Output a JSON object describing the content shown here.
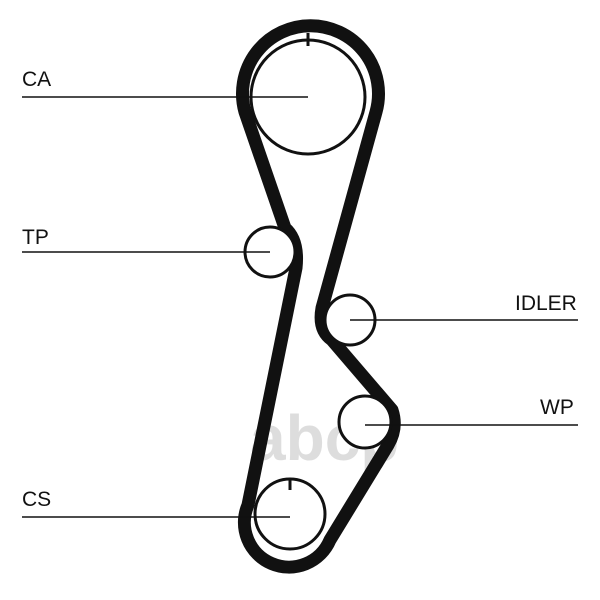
{
  "labels": {
    "ca": "CA",
    "tp": "TP",
    "idler": "IDLER",
    "wp": "WP",
    "cs": "CS"
  },
  "watermark": "abcp",
  "colors": {
    "belt": "#111111",
    "watermark": "#c8c8c8"
  }
}
